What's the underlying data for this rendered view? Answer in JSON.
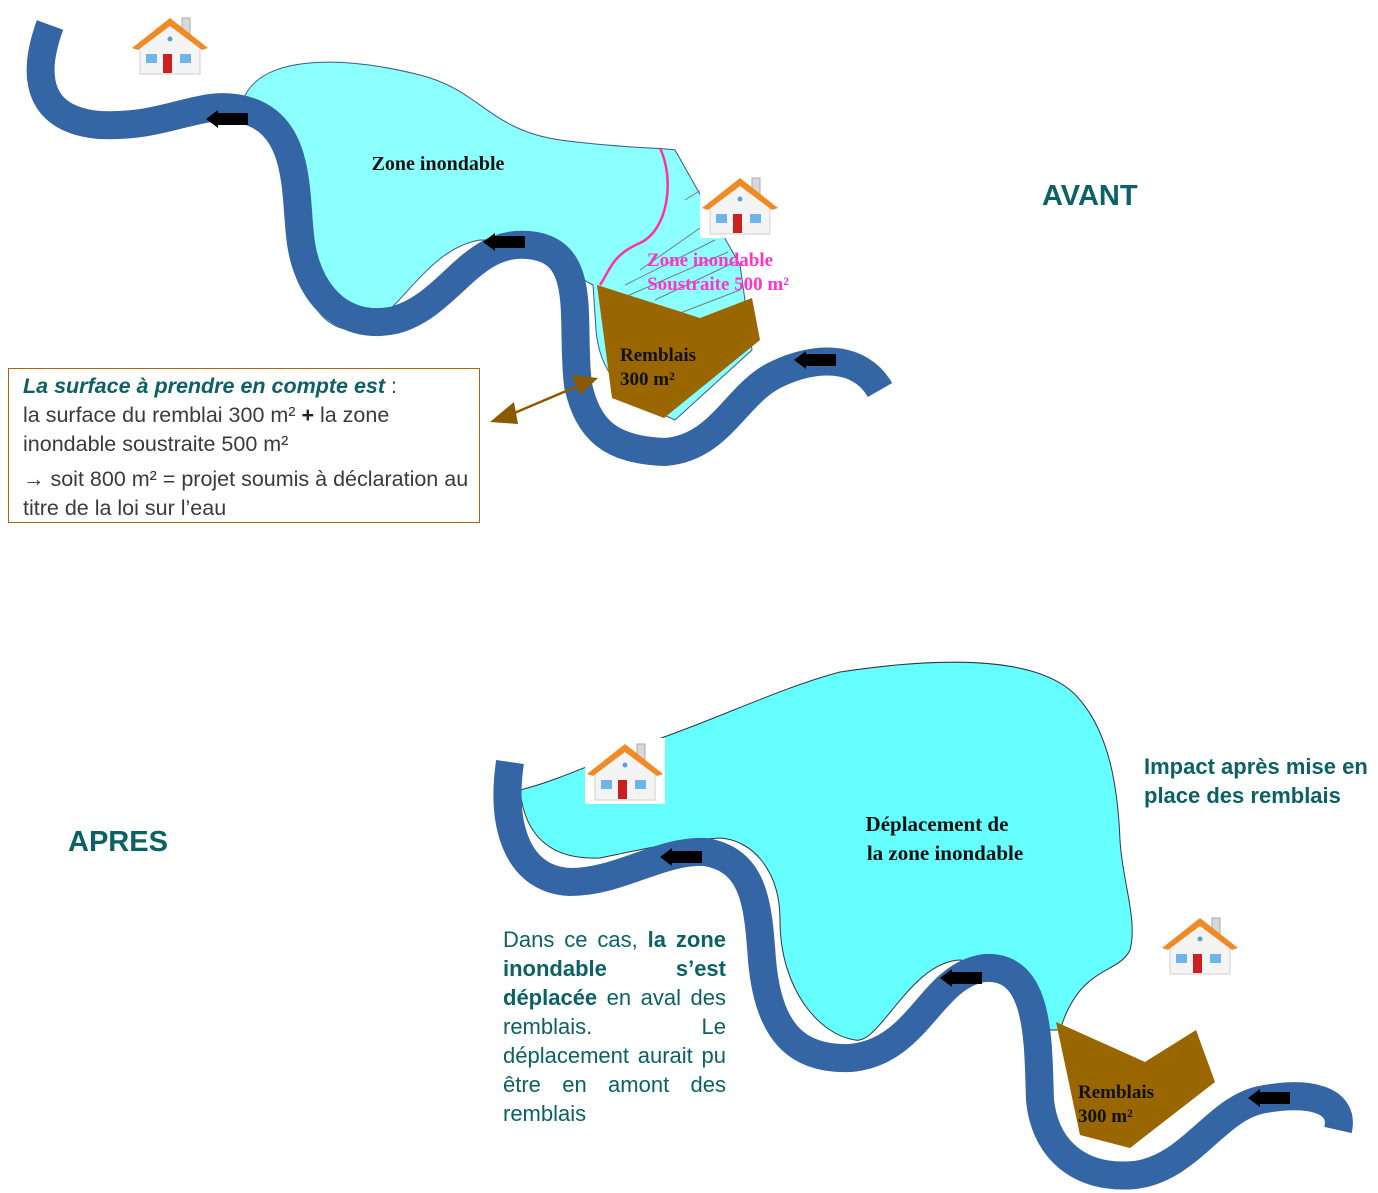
{
  "avant": {
    "heading": "AVANT",
    "zone_label": "Zone inondable",
    "subtracted_zone_line1": "Zone inondable",
    "subtracted_zone_line2": "Soustraite 500 m²",
    "fill_line1": "Remblais",
    "fill_line2": "300 m²"
  },
  "info_box": {
    "lead": "La surface à prendre en compte est",
    "lead_suffix": " :",
    "text_part1": "la surface du remblai 300 m² ",
    "plus": "+",
    "text_part2": " la zone inondable soustraite 500 m²",
    "conclusion": "→ soit 800 m² = projet soumis à déclaration au titre de la loi sur l’eau"
  },
  "apres": {
    "heading": "APRES",
    "zone_label_line1": "Déplacement de",
    "zone_label_line2": "la zone inondable",
    "fill_line1": "Remblais",
    "fill_line2": "300 m²",
    "impact": "Impact après mise en place des remblais",
    "case_part1": "Dans ce cas, ",
    "case_bold": "la zone inondable s’est déplacée",
    "case_part2": " en aval des remblais. Le déplacement aurait pu être en amont des remblais"
  },
  "colors": {
    "river": "#3465a4",
    "flood_zone": "#66ffff",
    "fill": "#996600",
    "subtracted_boundary": "#ff3399",
    "heading": "#0b6165"
  },
  "icons": [
    "house-icon",
    "flow-arrow-left-icon",
    "double-arrow-icon"
  ]
}
